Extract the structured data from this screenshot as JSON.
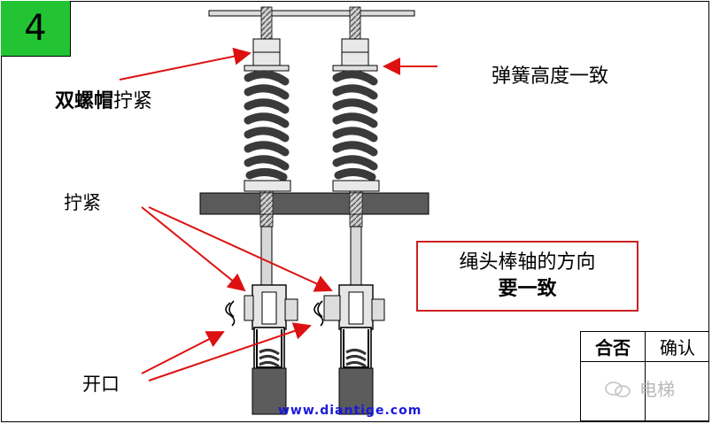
{
  "step_number": "4",
  "labels": {
    "double_nut_bold": "双螺帽",
    "double_nut_rest": "拧紧",
    "spring_height": "弹簧高度一致",
    "tighten": "拧紧",
    "opening": "开口"
  },
  "note": {
    "line1": "绳头棒轴的方向",
    "line2": "要一致"
  },
  "check_table": {
    "col1": "合否",
    "col2": "确认"
  },
  "watermark": "电梯",
  "website": "www.diantige.com",
  "colors": {
    "badge": "#22c433",
    "arrow": "#dd1111",
    "note_border": "#cc2222",
    "spring": "#3a3a3a",
    "plate": "#5a5a5a",
    "website": "#1a1ad9"
  },
  "icons": [
    "wechat-icon"
  ]
}
